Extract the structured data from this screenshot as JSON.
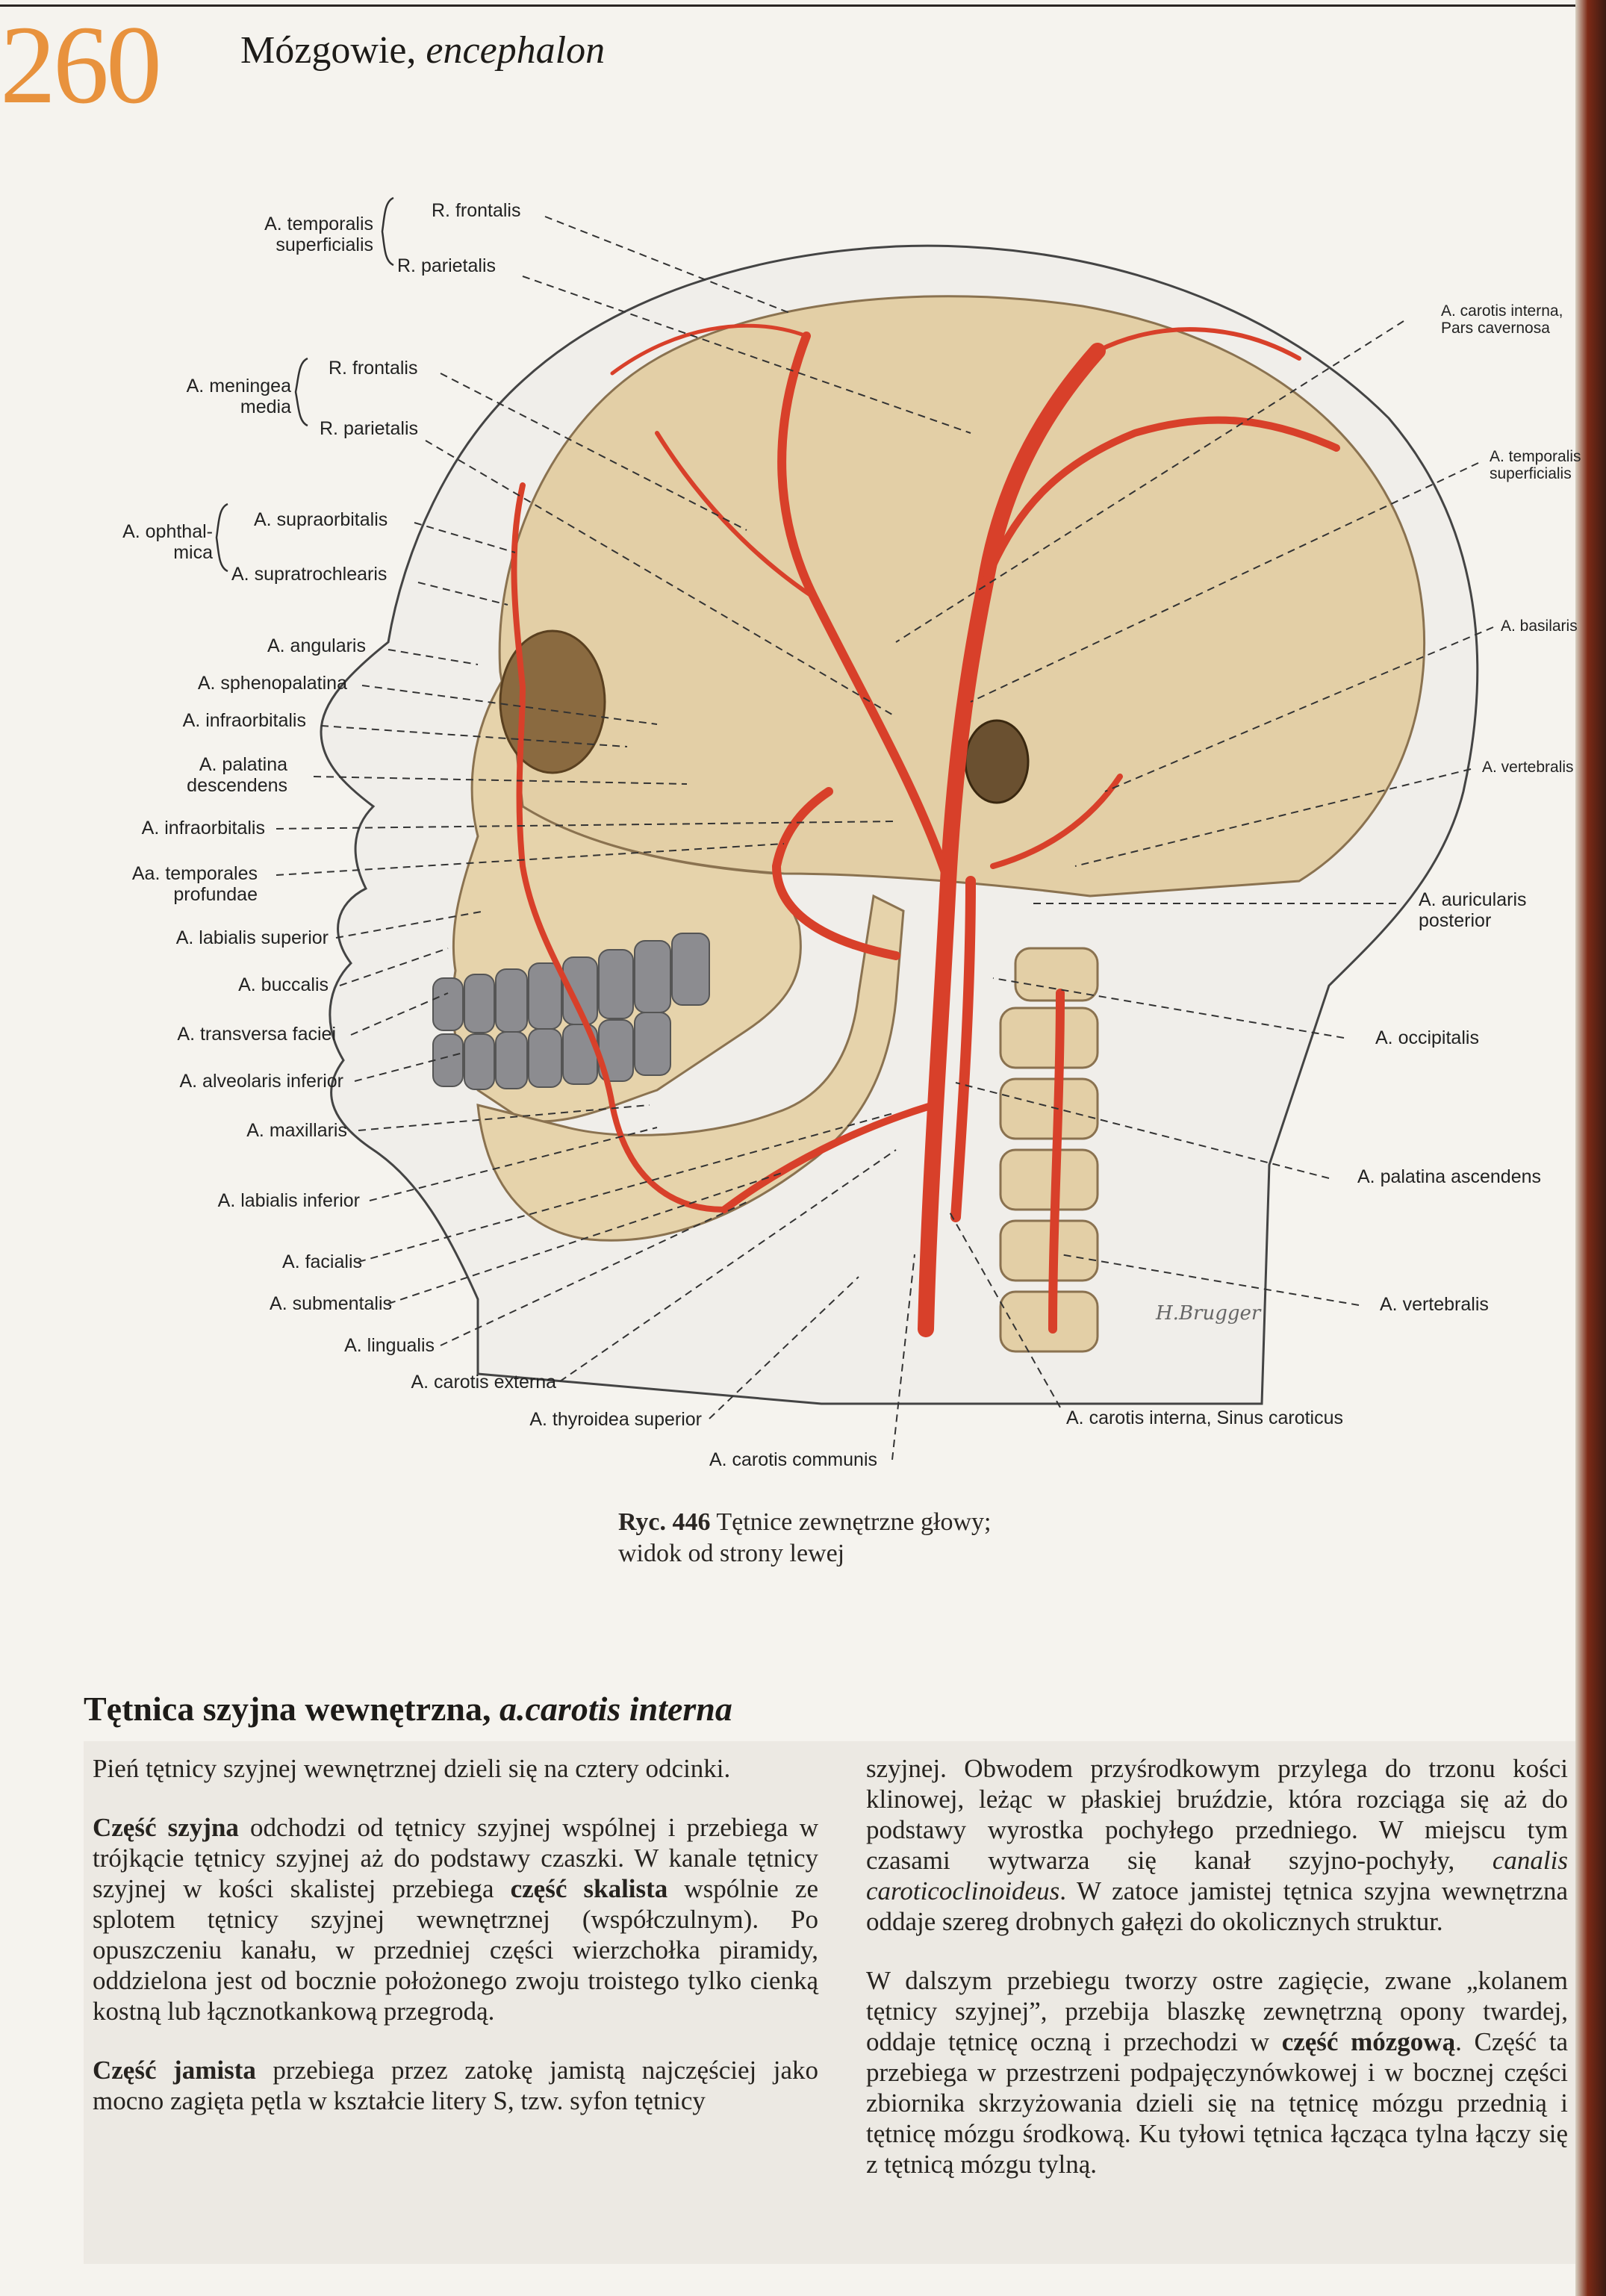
{
  "header": {
    "page_number": "260",
    "title_regular": "Mózgowie,",
    "title_italic": "encephalon"
  },
  "figure": {
    "signature": "H.Brugger",
    "labels_left": {
      "temporalis_sup": "A. temporalis superficialis",
      "temporalis_sup_line1": "A. temporalis",
      "temporalis_sup_line2": "superficialis",
      "r_frontalis_1": "R. frontalis",
      "r_parietalis_1": "R. parietalis",
      "meningea_line1": "A. meningea",
      "meningea_line2": "media",
      "r_frontalis_2": "R. frontalis",
      "r_parietalis_2": "R. parietalis",
      "ophthal_line1": "A. ophthal-",
      "ophthal_line2": "mica",
      "supraorbitalis": "A. supraorbitalis",
      "supratrochlearis": "A. supratrochlearis",
      "angularis": "A. angularis",
      "sphenopalatina": "A. sphenopalatina",
      "infraorbitalis_1": "A. infraorbitalis",
      "palatina_desc_line1": "A. palatina",
      "palatina_desc_line2": "descendens",
      "infraorbitalis_2": "A. infraorbitalis",
      "temporales_prof_line1": "Aa. temporales",
      "temporales_prof_line2": "profundae",
      "labialis_superior": "A. labialis superior",
      "buccalis": "A. buccalis",
      "transversa_faciei": "A. transversa faciei",
      "alveolaris_inferior": "A. alveolaris inferior",
      "maxillaris": "A. maxillaris",
      "labialis_inferior": "A. labialis inferior",
      "facialis": "A. facialis",
      "submentalis": "A. submentalis",
      "lingualis": "A. lingualis",
      "carotis_externa": "A. carotis externa",
      "thyroidea_superior": "A. thyroidea superior",
      "carotis_communis": "A. carotis communis"
    },
    "labels_right": {
      "carotis_interna_cav_line1": "A. carotis interna,",
      "carotis_interna_cav_line2": "Pars cavernosa",
      "temporalis_sup_line1": "A. temporalis",
      "temporalis_sup_line2": "superficialis",
      "basilaris": "A. basilaris",
      "vertebralis_1": "A. vertebralis",
      "auricularis_line1": "A. auricularis",
      "auricularis_line2": "posterior",
      "occipitalis": "A. occipitalis",
      "palatina_ascendens": "A. palatina ascendens",
      "vertebralis_2": "A. vertebralis",
      "carotis_interna_sinus": "A. carotis interna, Sinus caroticus"
    }
  },
  "caption": {
    "number": "Ryc. 446",
    "line1": "Tętnice zewnętrzne głowy;",
    "line2": "widok od strony lewej"
  },
  "section": {
    "heading_regular": "Tętnica szyjna wewnętrzna,",
    "heading_italic": "a.carotis interna"
  },
  "columns": {
    "left": {
      "p1": "Pień tętnicy szyjnej wewnętrznej dzieli się na cztery odcinki.",
      "p2_bold": "Część szyjna",
      "p2_a": " odchodzi od tętnicy szyjnej wspólnej i przebiega w trójkącie tętnicy szyjnej aż do podstawy czaszki. W kanale tętnicy szyjnej w kości skalistej przebiega ",
      "p2_bold2": "część skalista",
      "p2_b": " wspólnie ze splotem tętnicy szyjnej wewnętrznej (współczulnym). Po opuszczeniu kanału, w przedniej części wierzchołka piramidy, oddzielona jest od bocznie położonego zwoju troistego tylko cienką kostną lub łącznotkankową przegrodą.",
      "p3_bold": "Część jamista",
      "p3_a": " przebiega przez zatokę jamistą najczęściej jako mocno zagięta pętla w kształcie litery S, tzw. syfon tętnicy"
    },
    "right": {
      "p1_a": "szyjnej. Obwodem przyśrodkowym przylega do trzonu kości klinowej, leżąc w płaskiej bruździe, która rozciąga się aż do podstawy wyrostka pochyłego przedniego. W miejscu tym czasami wytwarza się kanał szyjno-pochyły, ",
      "p1_italic": "canalis caroticoclinoideus",
      "p1_b": ". W zatoce jamistej tętnica szyjna wewnętrzna oddaje szereg drobnych gałęzi do okolicznych struktur.",
      "p2_a": "W dalszym przebiegu tworzy ostre zagięcie, zwane „kolanem tętnicy szyjnej”, przebija blaszkę zewnętrzną opony twardej, oddaje tętnicę oczną i przechodzi w ",
      "p2_bold": "część mózgową",
      "p2_b": ". Część ta przebiega w przestrzeni podpajęczynówkowej i w bocznej części zbiornika skrzyżowania dzieli się na tętnicę mózgu przednią i tętnicę mózgu środkową. Ku tyłowi tętnica łącząca tylna łączy się z tętnicą mózgu tylną."
    }
  },
  "colors": {
    "page_number": "#e8923d",
    "artery": "#d8402a",
    "bone": "#e3cfa6",
    "teeth": "#8c8c90"
  }
}
